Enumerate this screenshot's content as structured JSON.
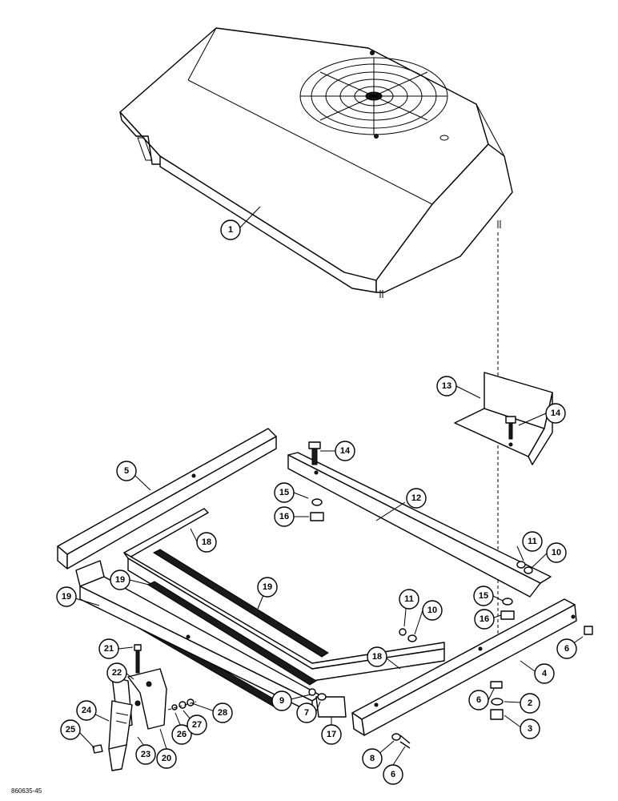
{
  "figure_code": "860635-45",
  "callouts": [
    "1",
    "2",
    "3",
    "4",
    "5",
    "6",
    "6",
    "6",
    "7",
    "8",
    "9",
    "10",
    "10",
    "11",
    "11",
    "12",
    "13",
    "14",
    "14",
    "15",
    "15",
    "16",
    "16",
    "17",
    "18",
    "18",
    "19",
    "19",
    "19",
    "20",
    "21",
    "22",
    "23",
    "24",
    "25",
    "26",
    "27",
    "28"
  ],
  "parts": [
    "cover",
    "grille",
    "spring-bracket",
    "frame-rail-front",
    "side-strip",
    "side-rail",
    "seal-strip",
    "latch-assembly",
    "spacer",
    "bolt",
    "washer",
    "nut"
  ]
}
